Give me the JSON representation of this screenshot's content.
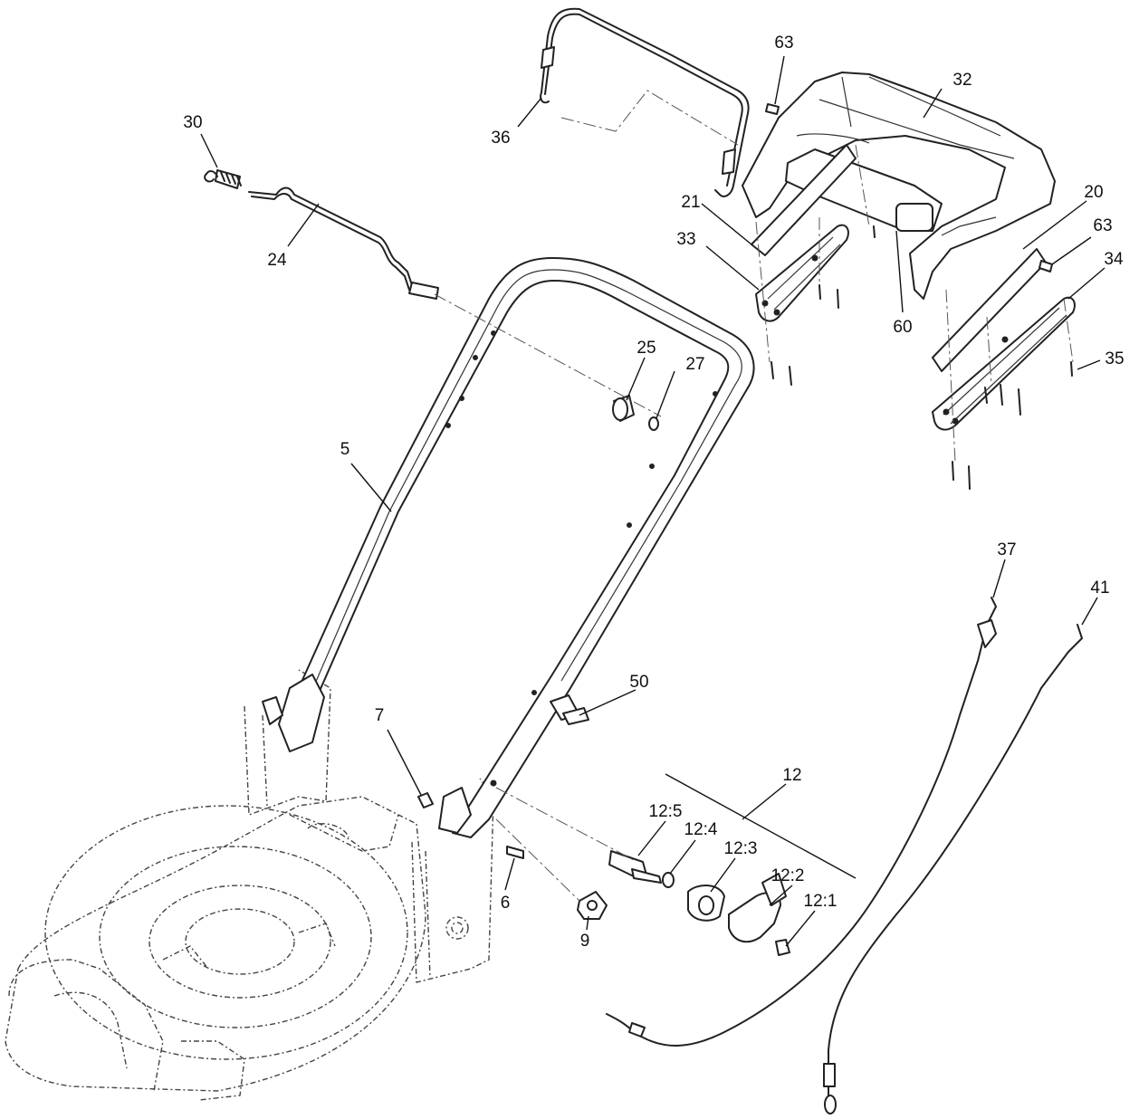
{
  "callouts": [
    {
      "id": "c-63a",
      "label": "63"
    },
    {
      "id": "c-32",
      "label": "32"
    },
    {
      "id": "c-30",
      "label": "30"
    },
    {
      "id": "c-36",
      "label": "36"
    },
    {
      "id": "c-21",
      "label": "21"
    },
    {
      "id": "c-20",
      "label": "20"
    },
    {
      "id": "c-63b",
      "label": "63"
    },
    {
      "id": "c-33",
      "label": "33"
    },
    {
      "id": "c-24",
      "label": "24"
    },
    {
      "id": "c-34",
      "label": "34"
    },
    {
      "id": "c-60",
      "label": "60"
    },
    {
      "id": "c-25",
      "label": "25"
    },
    {
      "id": "c-27",
      "label": "27"
    },
    {
      "id": "c-35",
      "label": "35"
    },
    {
      "id": "c-5",
      "label": "5"
    },
    {
      "id": "c-37",
      "label": "37"
    },
    {
      "id": "c-41",
      "label": "41"
    },
    {
      "id": "c-50",
      "label": "50"
    },
    {
      "id": "c-7",
      "label": "7"
    },
    {
      "id": "c-12",
      "label": "12"
    },
    {
      "id": "c-12-5",
      "label": "12:5"
    },
    {
      "id": "c-12-4",
      "label": "12:4"
    },
    {
      "id": "c-12-3",
      "label": "12:3"
    },
    {
      "id": "c-12-2",
      "label": "12:2"
    },
    {
      "id": "c-12-1",
      "label": "12:1"
    },
    {
      "id": "c-6",
      "label": "6"
    },
    {
      "id": "c-9",
      "label": "9"
    }
  ],
  "colors": {
    "line": "#222222",
    "background": "#ffffff",
    "phantom": "#555555"
  }
}
